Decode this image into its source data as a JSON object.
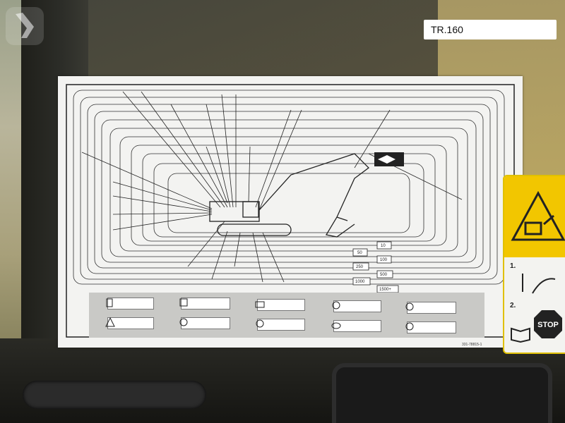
{
  "tag": {
    "text": "TR.160"
  },
  "decal": {
    "interval_hours": [
      "10",
      "50",
      "100",
      "250",
      "500",
      "1000",
      "1500+"
    ],
    "part_number": "331-78815-1"
  },
  "warning_label": {
    "steps": [
      "1.",
      "2."
    ],
    "stop_text": "STOP"
  },
  "colors": {
    "warning_yellow": "#f2c600",
    "decal_bg": "#f3f3f1",
    "decal_table": "#c9c9c6",
    "line": "#222222"
  }
}
